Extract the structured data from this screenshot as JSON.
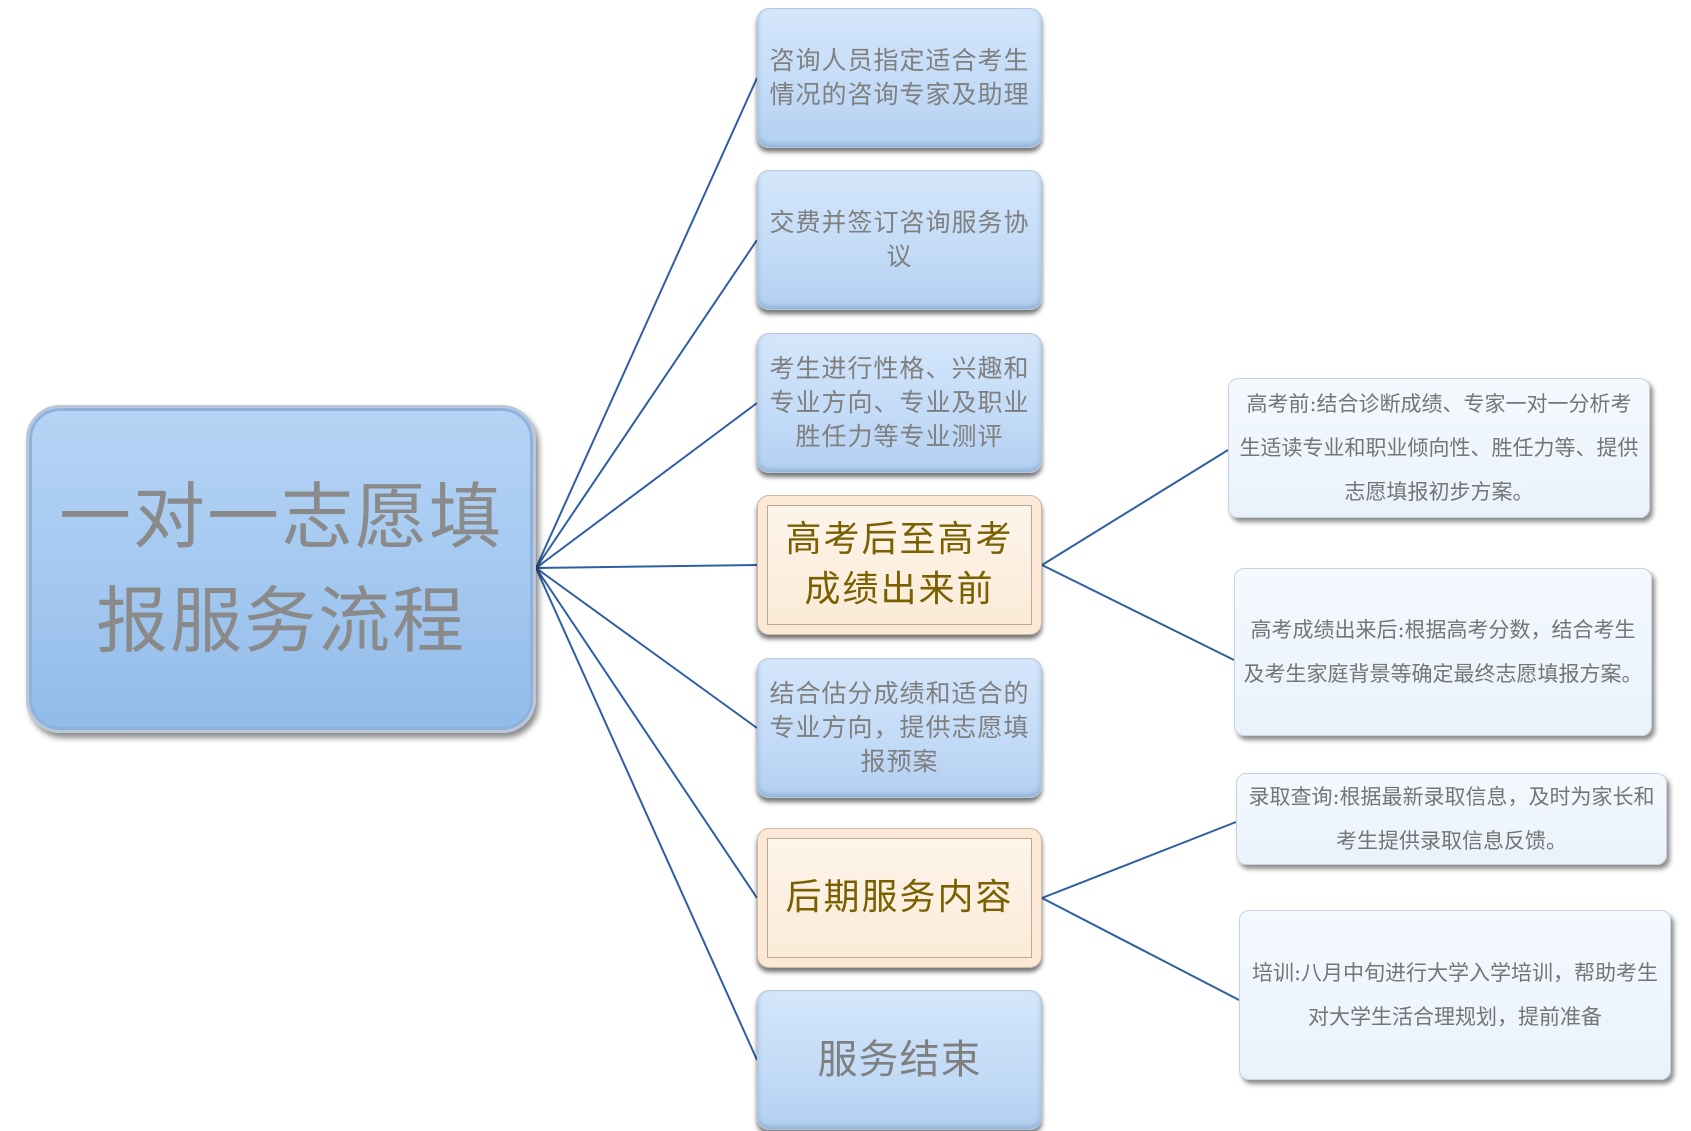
{
  "root": {
    "title": "一对一志愿填报服务流程"
  },
  "steps": [
    {
      "label": "咨询人员指定适合考生情况的咨询专家及助理"
    },
    {
      "label": "交费并签订咨询服务协议"
    },
    {
      "label": "考生进行性格、兴趣和专业方向、专业及职业胜任力等专业测评"
    },
    {
      "label": "高考后至高考成绩出来前"
    },
    {
      "label": "结合估分成绩和适合的专业方向，提供志愿填报预案"
    },
    {
      "label": "后期服务内容"
    },
    {
      "label": "服务结束"
    }
  ],
  "details": [
    {
      "label": "高考前:结合诊断成绩、专家一对一分析考生适读专业和职业倾向性、胜任力等、提供志愿填报初步方案。"
    },
    {
      "label": "高考成绩出来后:根据高考分数，结合考生及考生家庭背景等确定最终志愿填报方案。"
    },
    {
      "label": "录取查询:根据最新录取信息，及时为家长和考生提供录取信息反馈。"
    },
    {
      "label": "培训:八月中旬进行大学入学培训，帮助考生对大学生活合理规划，提前准备"
    }
  ],
  "colors": {
    "connector": "#2e5fa3",
    "root_fill": "#a3c8f0",
    "step_fill": "#c4dcf7",
    "highlight_fill": "#fbe9d5",
    "highlight_text": "#7a6000",
    "detail_fill": "#eef5fc"
  }
}
